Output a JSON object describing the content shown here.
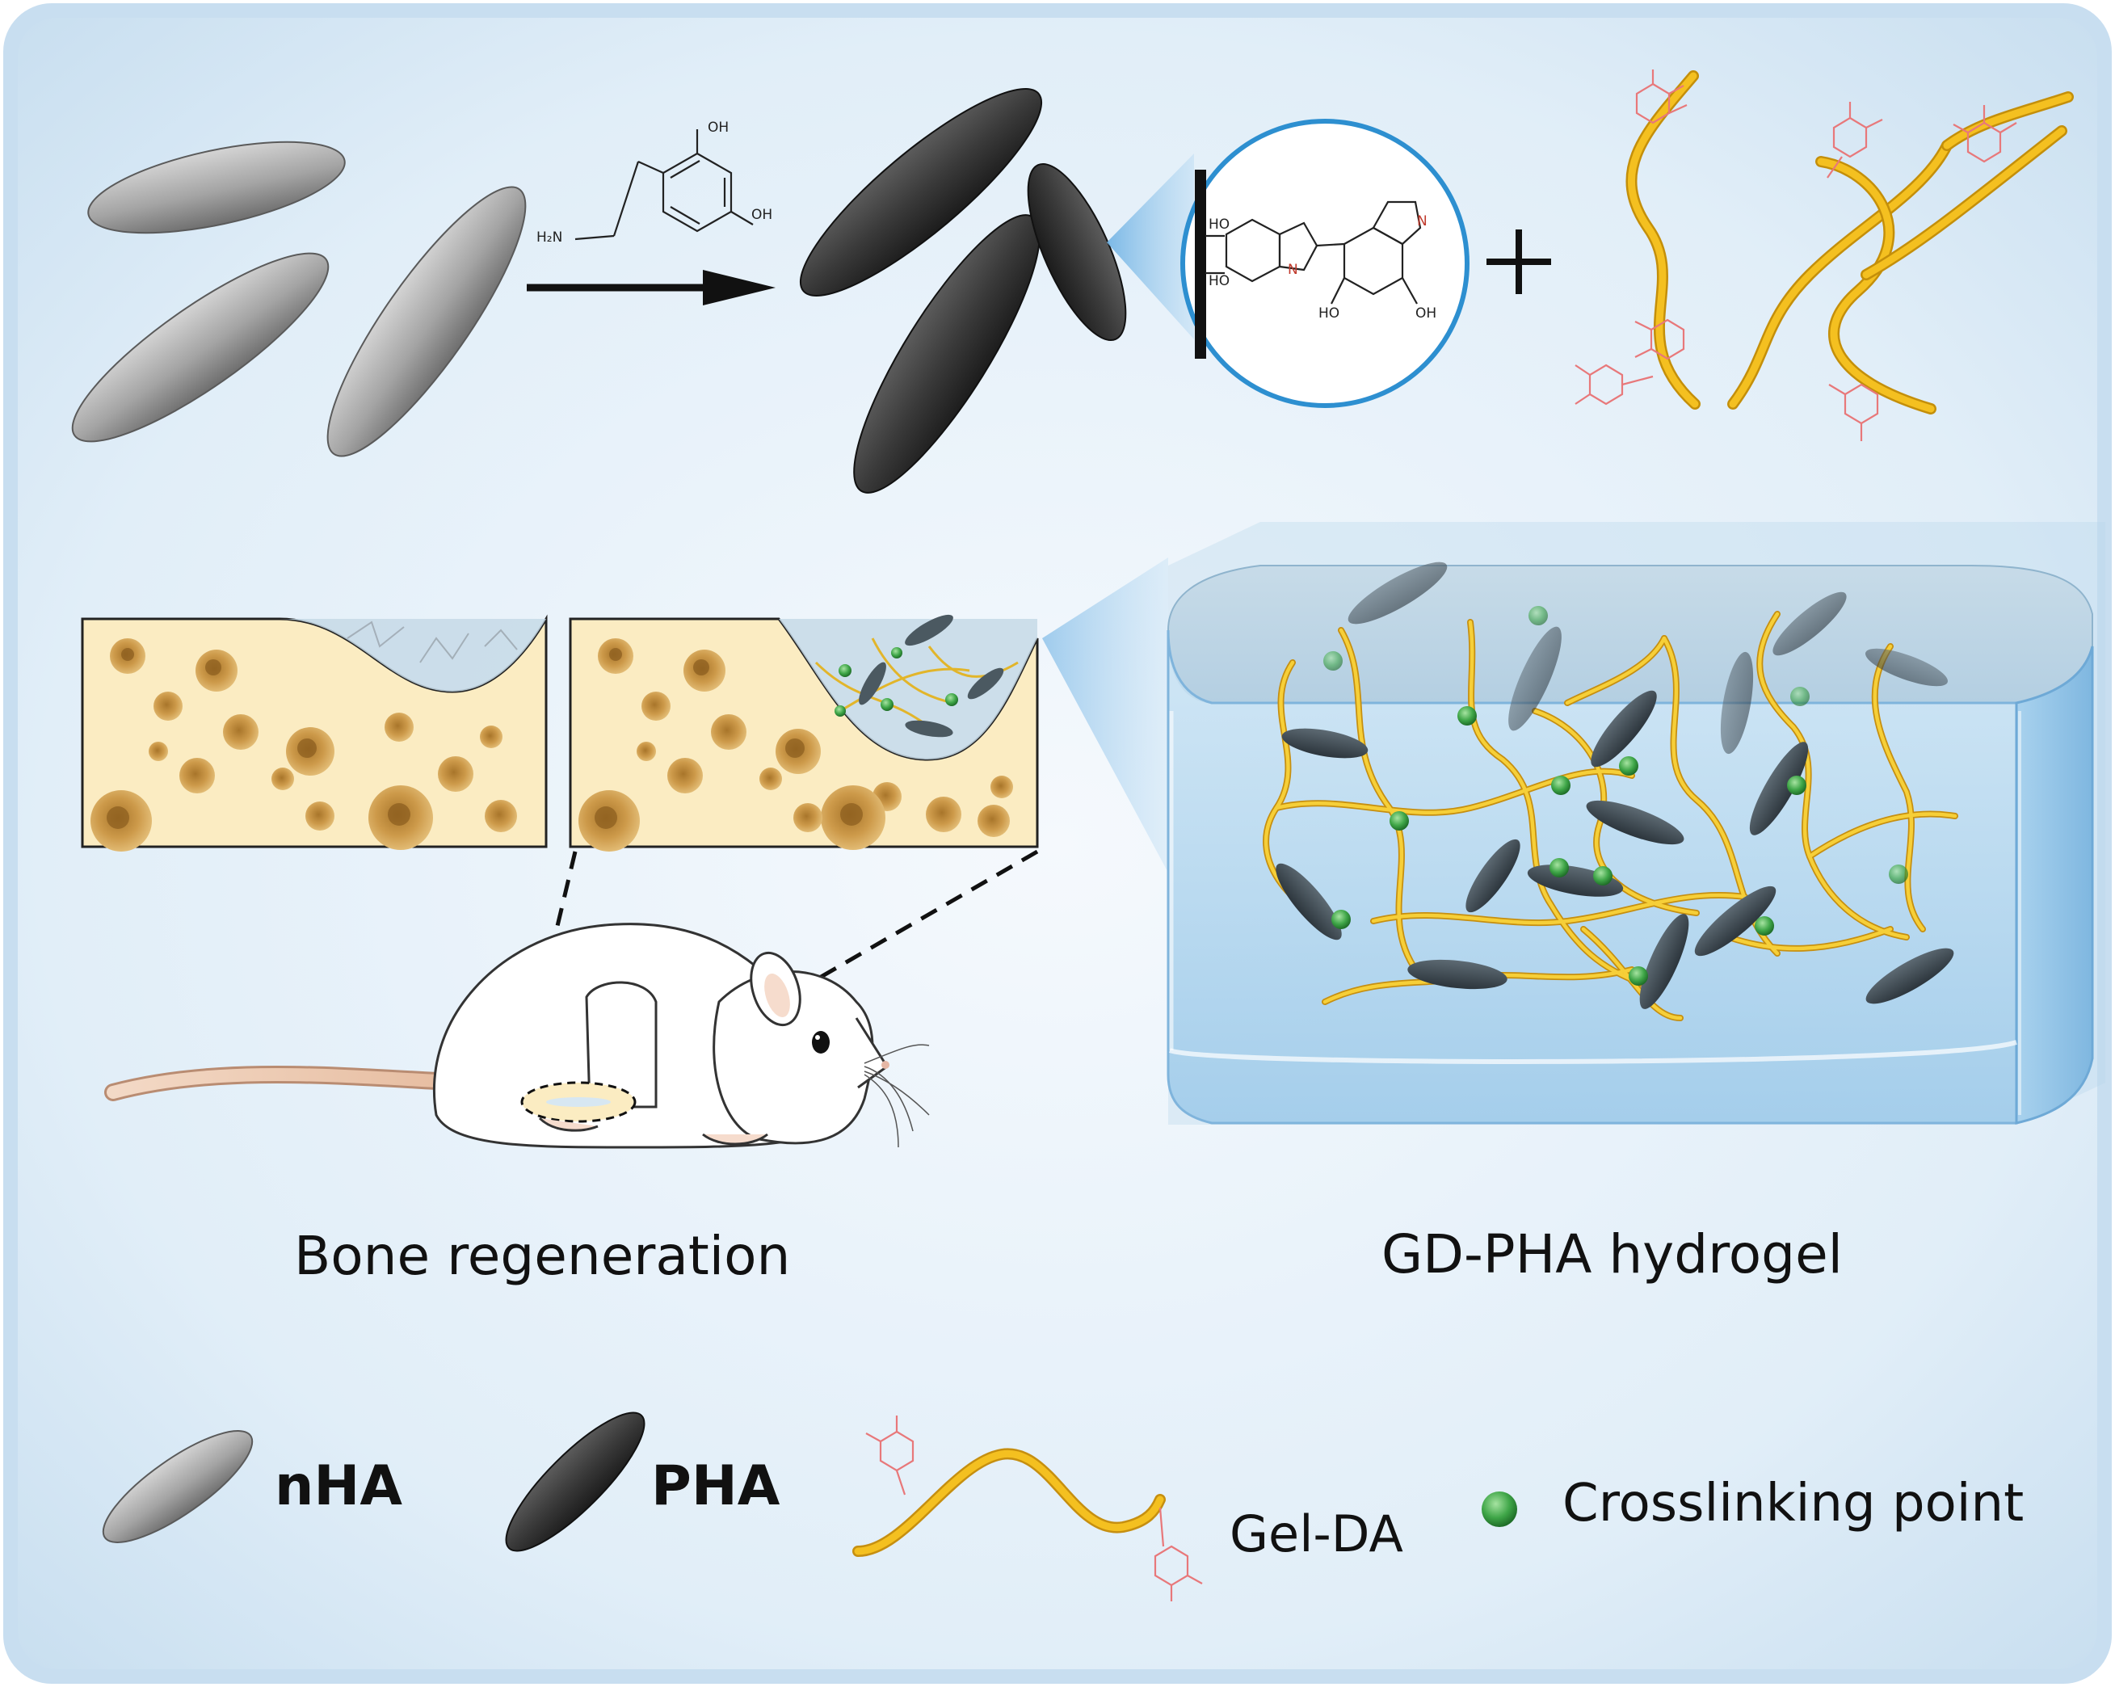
{
  "captions": {
    "bone": "Bone regeneration",
    "hydrogel": "GD-PHA hydrogel"
  },
  "legend": {
    "nha": "nHA",
    "pha": "PHA",
    "gel": "Gel-DA",
    "crosslink": "Crosslinking point"
  },
  "chem": {
    "oh": "OH",
    "ho": "HO",
    "nh2": "H₂N",
    "n": "N"
  },
  "colors": {
    "background": "#dcebf7",
    "frame_edge": "#c4dcef",
    "nha_gray": "#a6a6a6",
    "pha_dark": "#3b3b3b",
    "gel_yellow": "#f4c020",
    "catechol_red": "#e8787a",
    "crosslink_green": "#3fa648",
    "bone_tan": "#fbecc2",
    "bone_pore": "#d9a85a",
    "circle_blue": "#2d8fd0"
  }
}
